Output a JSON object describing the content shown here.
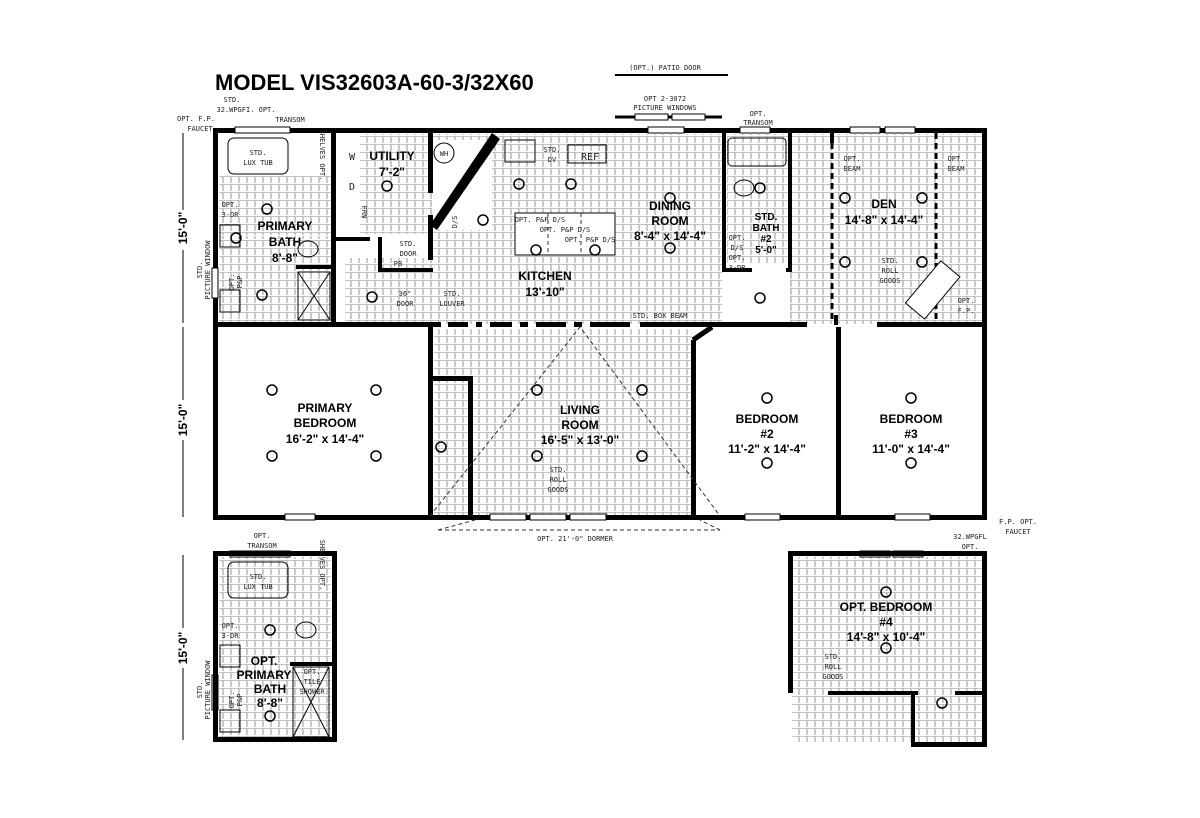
{
  "title": "MODEL  VIS32603A-60-3/32X60",
  "colors": {
    "line": "#000000",
    "background": "#ffffff",
    "tile": "#9a9a9a"
  },
  "annotations": {
    "patio_door": "(OPT.) PATIO DOOR",
    "picture_windows_1": "OPT 2-3072",
    "picture_windows_2": "PICTURE WINDOWS",
    "transom_opt": "OPT.",
    "transom": "TRANSOM",
    "fp_faucet_1": "OPT. F.P.",
    "fp_faucet_2": "FAUCET",
    "wpgfi_std": "STD.",
    "wpgfi": "32.WPGFI. OPT.",
    "wpgfi_transom": "TRANSOM",
    "picture_window_1": "STD.",
    "picture_window_2": "PICTURE WINDOW",
    "dim_15": "15'-0\"",
    "box_beam": "STD. BOX BEAM",
    "dormer": "OPT. 21'-0\" DORMER",
    "fp_opt_faucet_1": "F.P. OPT.",
    "fp_opt_faucet_2": "FAUCET",
    "wpgfl_1": "32.WPGFL",
    "wpgfl_2": "OPT.",
    "lux_tub_1": "STD.",
    "lux_tub_2": "LUX TUB",
    "shelves": "SHELVES OPT.",
    "opt_3dr_1": "OPT.",
    "opt_3dr_2": "3-DR",
    "opt_pp_1": "OPT.",
    "opt_pp_2": "P&P",
    "wh": "WH",
    "std_dv_1": "STD.",
    "std_dv_2": "DV",
    "ref": "REF",
    "ds": "D/S",
    "frn": "FRN",
    "std_door_1": "STD.",
    "std_door_2": "DOOR",
    "pb": "PB",
    "door36_1": "36\"",
    "door36_2": "DOOR",
    "louver_1": "STD.",
    "louver_2": "LOUVER",
    "island": [
      "OPT. P&P D/S",
      "OPT. P&P D/S",
      "OPT. P&P D/S"
    ],
    "bath2_ds_1": "OPT.",
    "bath2_ds_2": "D/S",
    "opt_beam_1": "OPT.",
    "opt_beam_2": "BEAM",
    "roll_goods": [
      "STD.",
      "ROLL",
      "GOODS"
    ],
    "opt_fp_1": "OPT.",
    "opt_fp_2": "F.P.",
    "opt_tile_shower": [
      "OPT.",
      "TILE",
      "SHOWER"
    ],
    "washer": "W",
    "dryer": "D"
  },
  "rooms": {
    "primary_bath": [
      "PRIMARY",
      "BATH",
      "8'-8\""
    ],
    "utility": [
      "UTILITY",
      "7'-2\""
    ],
    "kitchen": [
      "KITCHEN",
      "13'-10\""
    ],
    "dining": [
      "DINING",
      "ROOM",
      "8'-4\" x 14'-4\""
    ],
    "std_bath": [
      "STD.",
      "BATH",
      "#2",
      "5'-0\""
    ],
    "den": [
      "DEN",
      "14'-8\" x 14'-4\""
    ],
    "primary_bedroom": [
      "PRIMARY",
      "BEDROOM",
      "16'-2\" x 14'-4\""
    ],
    "living": [
      "LIVING",
      "ROOM",
      "16'-5\" x 13'-0\""
    ],
    "bedroom2": [
      "BEDROOM",
      "#2",
      "11'-2\" x 14'-4\""
    ],
    "bedroom3": [
      "BEDROOM",
      "#3",
      "11'-0\" x 14'-4\""
    ],
    "opt_primary_bath": [
      "OPT.",
      "PRIMARY",
      "BATH",
      "8'-8\""
    ],
    "opt_bedroom4": [
      "OPT. BEDROOM",
      "#4",
      "14'-8\" x 10'-4\""
    ]
  }
}
